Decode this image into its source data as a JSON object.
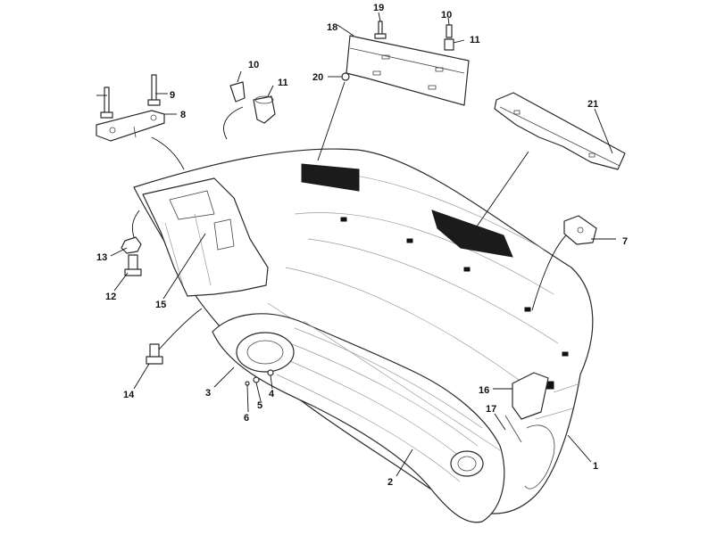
{
  "callouts": [
    {
      "id": "c1",
      "text": "1"
    },
    {
      "id": "c2",
      "text": "2"
    },
    {
      "id": "c3",
      "text": "3"
    },
    {
      "id": "c4",
      "text": "4"
    },
    {
      "id": "c5",
      "text": "5"
    },
    {
      "id": "c6",
      "text": "6"
    },
    {
      "id": "c7",
      "text": "7"
    },
    {
      "id": "c8",
      "text": "8"
    },
    {
      "id": "c9",
      "text": "9"
    },
    {
      "id": "c10a",
      "text": "10"
    },
    {
      "id": "c10b",
      "text": "10"
    },
    {
      "id": "c11a",
      "text": "11"
    },
    {
      "id": "c11b",
      "text": "11"
    },
    {
      "id": "c12",
      "text": "12"
    },
    {
      "id": "c13",
      "text": "13"
    },
    {
      "id": "c14",
      "text": "14"
    },
    {
      "id": "c15",
      "text": "15"
    },
    {
      "id": "c16",
      "text": "16"
    },
    {
      "id": "c17",
      "text": "17"
    },
    {
      "id": "c18",
      "text": "18"
    },
    {
      "id": "c19",
      "text": "19"
    },
    {
      "id": "c20",
      "text": "20"
    },
    {
      "id": "c21",
      "text": "21"
    }
  ]
}
